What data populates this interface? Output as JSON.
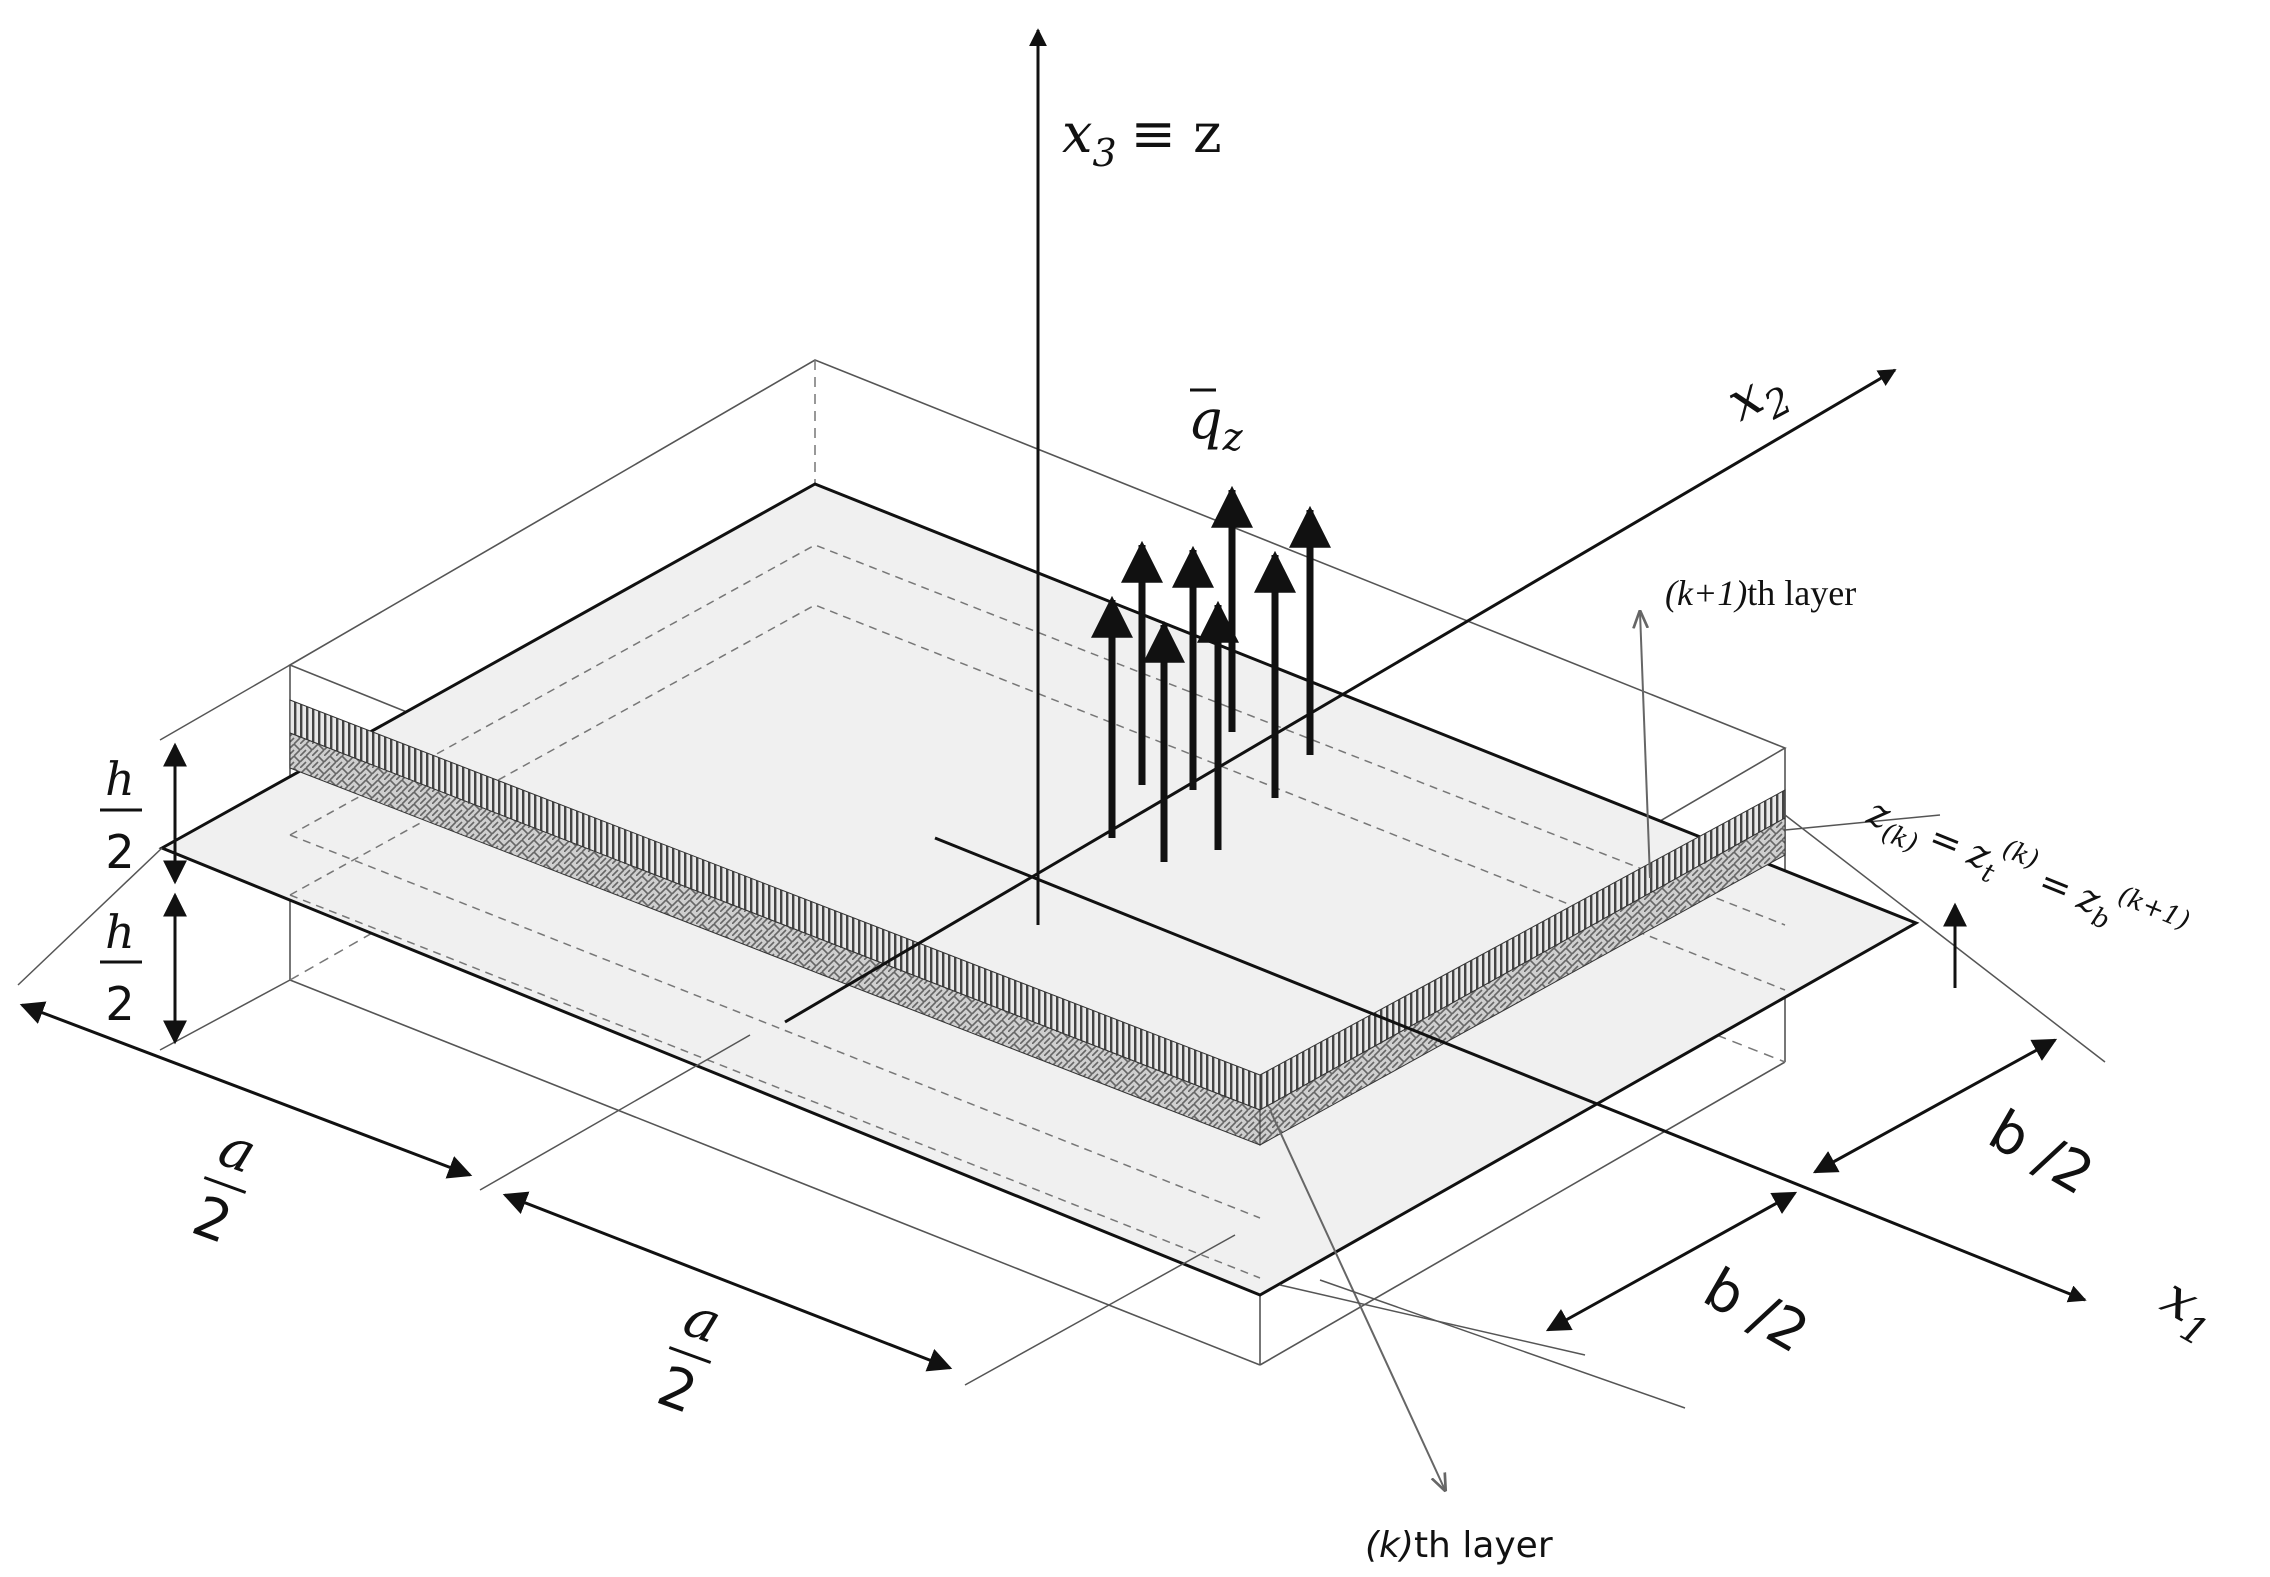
{
  "axes": {
    "x3": {
      "label": "x",
      "sub": "3",
      "equiv": "≡ z"
    },
    "x2": {
      "label": "x",
      "sub": "2"
    },
    "x1": {
      "label": "x",
      "sub": "1"
    }
  },
  "load": {
    "label": "q",
    "sub": "z"
  },
  "layers": {
    "upper": {
      "k": "(k+1)",
      "suffix": "th layer"
    },
    "lower": {
      "k": "(k)",
      "suffix": "th layer"
    }
  },
  "interface": {
    "lhs": "z",
    "lhs_sub": "(k)",
    "eq": "=",
    "mid": "z",
    "mid_sub": "t",
    "mid_sup": "(k)",
    "rhs": "z",
    "rhs_sub": "b",
    "rhs_sup": "(k+1)"
  },
  "dimensions": {
    "h_num": "h",
    "h_den": "2",
    "a_num": "a",
    "a_den": "2",
    "b_num": "b",
    "b_slash": "/",
    "b_den": "2"
  }
}
